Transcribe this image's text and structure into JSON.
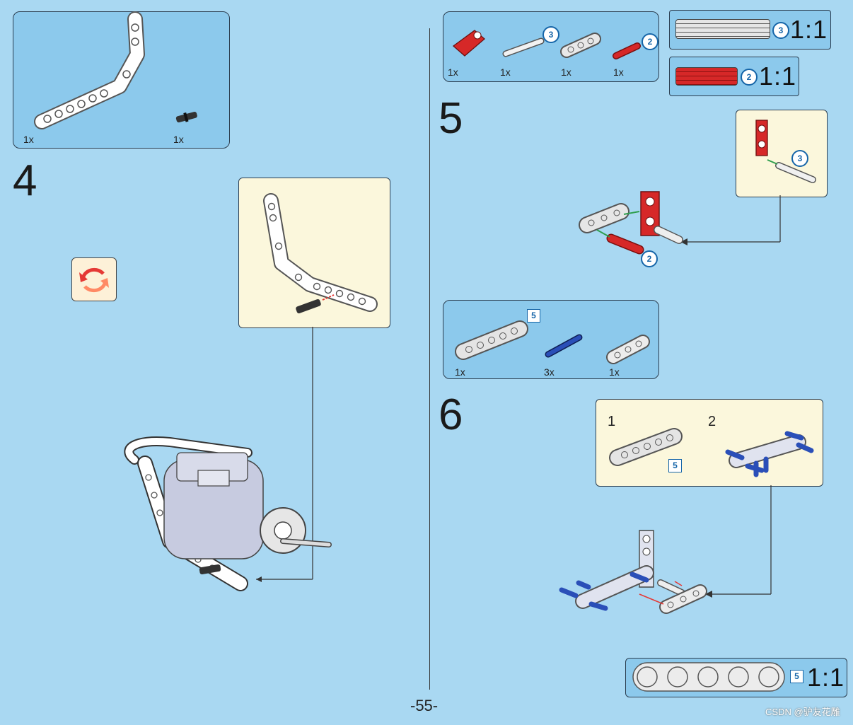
{
  "page": {
    "number": "-55-",
    "watermark": "CSDN @驴友花雕"
  },
  "step4": {
    "number": "4",
    "parts_panel": {
      "qty_beam": "1x",
      "qty_connector": "1x"
    },
    "rotate_icon": "rotate-icon"
  },
  "step5": {
    "number": "5",
    "parts_panel": {
      "qty_red_arm": "1x",
      "qty_axle": "1x",
      "qty_beam": "1x",
      "qty_red_connector": "1x",
      "axle_badge": "3",
      "connector_badge": "2"
    },
    "scale_guides": [
      {
        "badge": "3",
        "ratio": "1:1",
        "color": "#c8c8c8"
      },
      {
        "badge": "2",
        "ratio": "1:1",
        "color": "#d62828"
      }
    ],
    "callout_badge": "3",
    "assembly_badge": "2"
  },
  "step6": {
    "number": "6",
    "parts_panel": {
      "badge": "5",
      "qty_long_beam": "1x",
      "qty_blue_pin": "3x",
      "qty_short_beam": "1x"
    },
    "substeps": {
      "first": "1",
      "second": "2",
      "badge": "5"
    },
    "scale_guide": {
      "badge": "5",
      "ratio": "1:1"
    }
  },
  "colors": {
    "background": "#a9d8f2",
    "panel": "#8cc9ec",
    "callout": "#fbf7dc",
    "red": "#d62828",
    "blue": "#1f3f9a",
    "gray": "#dcdde3"
  }
}
